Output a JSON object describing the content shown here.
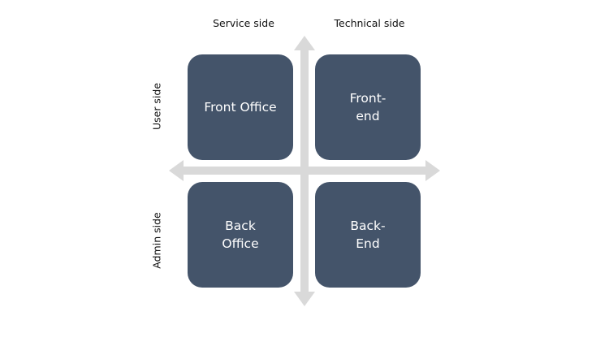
{
  "columns": {
    "service": "Service side",
    "technical": "Technical side"
  },
  "rows": {
    "user": "User side",
    "admin": "Admin side"
  },
  "quadrants": {
    "front_office": {
      "line1": "Front Office",
      "line2": ""
    },
    "front_end": {
      "line1": "Front-",
      "line2": "end"
    },
    "back_office": {
      "line1": "Back",
      "line2": "Office"
    },
    "back_end": {
      "line1": "Back-",
      "line2": "End"
    }
  },
  "colors": {
    "box_fill": "#44546a",
    "box_text": "#ffffff",
    "arrow": "#d9d9d9"
  }
}
